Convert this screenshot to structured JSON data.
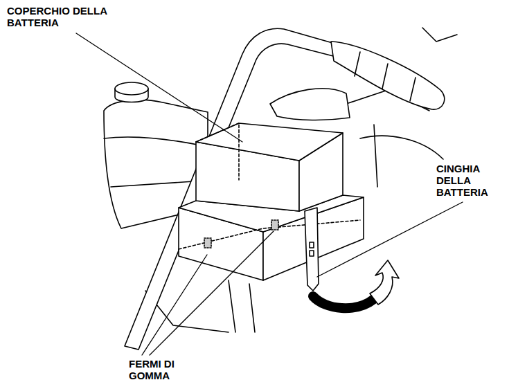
{
  "diagram": {
    "labels": [
      "COPERCHIO DELLA BATTERIA",
      "CINGHIA DELLA BATTERIA",
      "FERMI DI GOMMA"
    ]
  }
}
